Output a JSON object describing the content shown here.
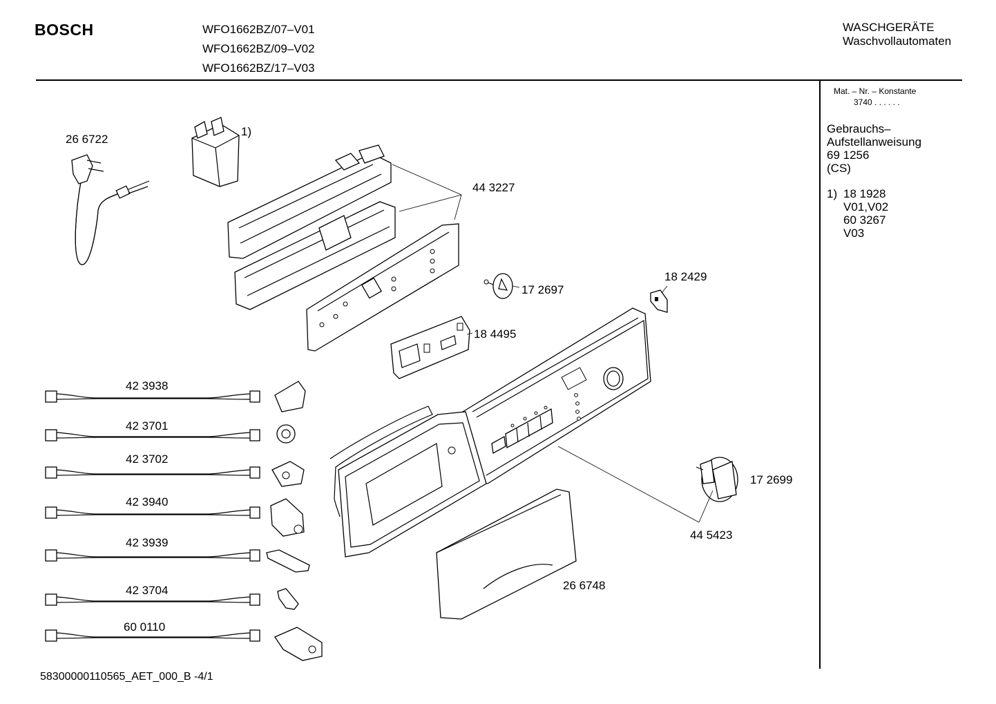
{
  "header": {
    "brand": "BOSCH",
    "models": [
      "WFO1662BZ/07–V01",
      "WFO1662BZ/09–V02",
      "WFO1662BZ/17–V03"
    ],
    "category": "WASCHGERÄTE",
    "subcategory": "Waschvollautomaten"
  },
  "sidebar": {
    "mat_label": "Mat. – Nr. – Konstante",
    "mat_value": "3740  .  .   .  .  .  .",
    "manual_line1": "Gebrauchs–",
    "manual_line2": "Aufstellanweisung",
    "manual_number": "69 1256",
    "manual_lang": "(CS)",
    "note_marker": "1)",
    "note_part1": "18 1928",
    "note_versions1": "V01,V02",
    "note_part2": "60 3267",
    "note_versions2": "V03"
  },
  "parts": {
    "power_cord": "26 6722",
    "capacitor_note": "1)",
    "control_module": "44 3227",
    "knob_axle": "17 2697",
    "holder": "18 2429",
    "display_board": "18 4495",
    "cable_1": "42 3938",
    "cable_2": "42 3701",
    "cable_3": "42 3702",
    "cable_4": "42 3940",
    "cable_5": "42 3939",
    "cable_6": "42 3704",
    "cable_7": "60 0110",
    "knob": "17 2699",
    "panel": "44 5423",
    "drawer_handle": "26 6748"
  },
  "footer": {
    "doc_code": "58300000110565_AET_000_B  -4/1"
  }
}
